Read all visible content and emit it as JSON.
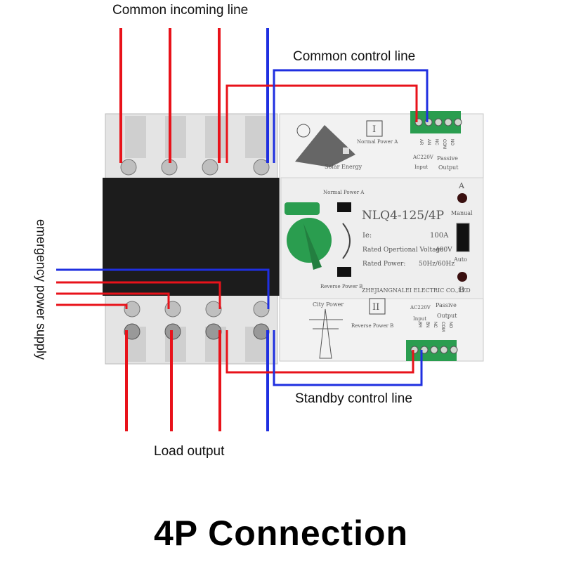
{
  "labels": {
    "common_incoming": "Common incoming line",
    "common_control": "Common control line",
    "emergency_supply": "emergency power supply",
    "load_output": "Load output",
    "standby_control": "Standby control line"
  },
  "title": "4P  Connection",
  "device": {
    "model": "NLQ4-125/4P",
    "ie_label": "Ie:",
    "ie_value": "100A",
    "voltage_label": "Rated Opertional Voltage:",
    "voltage_value": "400V",
    "power_label": "Rated Power:",
    "power_value": "50Hz/60Hz",
    "manufacturer": "ZHEJIANGNALEI ELECTRIC CO.,LED",
    "normal_power_a": "Normal Power A",
    "reverse_power_b": "Reverse Power B",
    "solar_energy": "Solar Energy",
    "city_power": "City Power",
    "roman_1": "I",
    "roman_2": "II",
    "indicator_a": "A",
    "indicator_b": "B",
    "manual": "Manual",
    "auto": "Auto",
    "top_terminal_labels": [
      "AR",
      "AN",
      "NC",
      "COM",
      "NO"
    ],
    "bottom_terminal_labels": [
      "BR",
      "BN",
      "NC",
      "COM",
      "NO"
    ],
    "ac_input": "AC220V",
    "input": "Input",
    "passive": "Passive",
    "output": "Output"
  },
  "colors": {
    "red": "#e8121a",
    "blue": "#1f2fe0",
    "green": "#2a9d4f",
    "black_panel": "#1c1c1c"
  }
}
